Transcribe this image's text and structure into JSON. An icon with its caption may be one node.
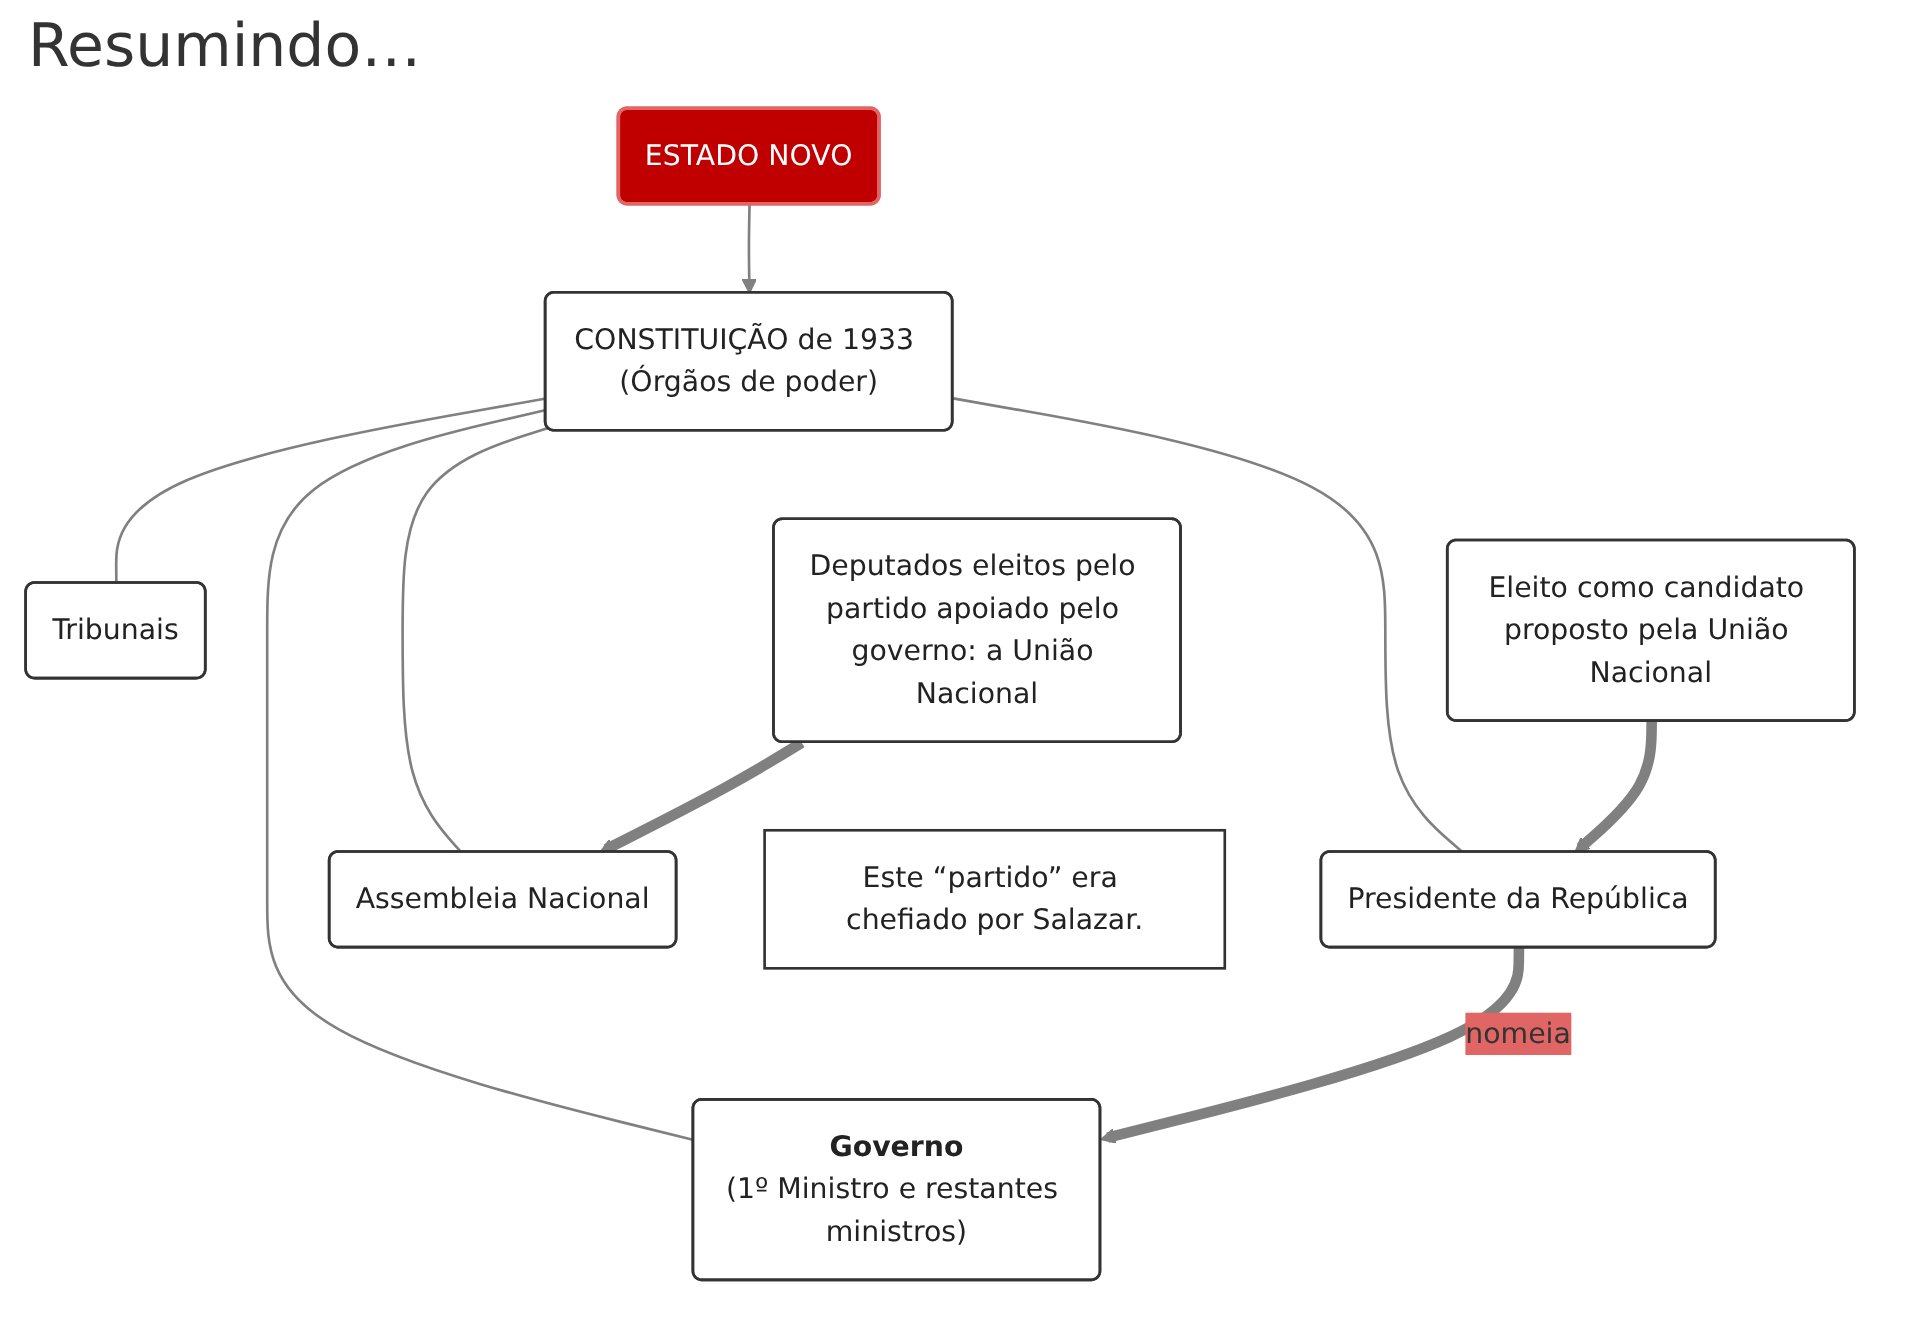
{
  "diagram": {
    "title": "Resumindo…",
    "nodes": [
      {
        "text": [
          "ESTADO NOVO"
        ]
      },
      {
        "text": [
          "CONSTITUIÇÃO de 1933 (Órgãos de poder)"
        ]
      },
      {
        "text": [
          "Presidente da República"
        ]
      },
      {
        "text": [
          "Governo",
          "(1º Ministro e restantes ministros)"
        ]
      },
      {
        "text": [
          "Assembleia Nacional"
        ]
      },
      {
        "text": [
          "Tribunais"
        ]
      },
      {
        "text": [
          "Eleito como candidato proposto pela União Nacional"
        ]
      },
      {
        "text": [
          "Deputados eleitos pelo partido apoiado pelo governo: a União Nacional"
        ]
      },
      {
        "text": [
          "Este “partido” era chefiado por Salazar."
        ]
      }
    ],
    "edges": [
      {
        "from": 0,
        "to": 1,
        "arrow": "to"
      },
      {
        "from": 1,
        "to": 2,
        "arrow": "none"
      },
      {
        "from": 1,
        "to": 3,
        "arrow": "none"
      },
      {
        "from": 1,
        "to": 4,
        "arrow": "none"
      },
      {
        "from": 1,
        "to": 5,
        "arrow": "none"
      },
      {
        "from": 2,
        "to": 3,
        "arrow": "to",
        "label": "nomeia",
        "style": "thick"
      },
      {
        "from": 6,
        "to": 2,
        "arrow": "to",
        "style": "thick"
      },
      {
        "from": 7,
        "to": 4,
        "arrow": "to",
        "style": "thick"
      }
    ]
  }
}
